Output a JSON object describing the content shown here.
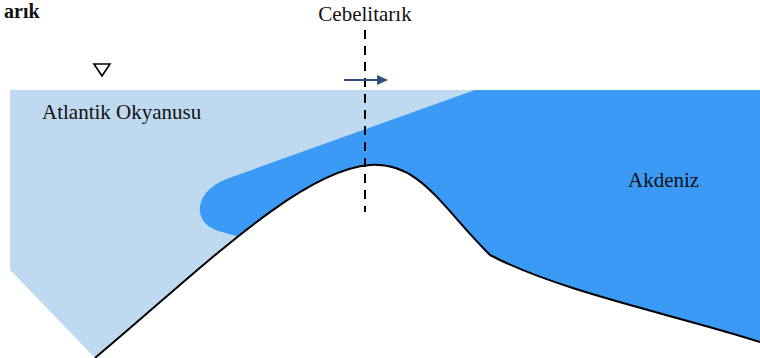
{
  "diagram": {
    "title": "arık",
    "labels": [
      "Cebelitarık",
      "Atlantik Okyanusu",
      "Akdeniz"
    ]
  }
}
